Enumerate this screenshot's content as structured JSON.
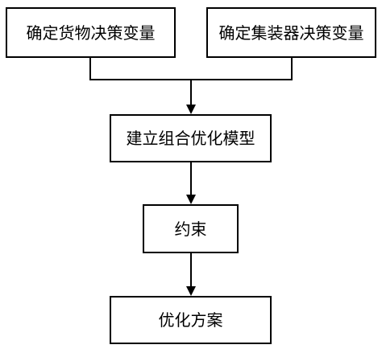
{
  "diagram": {
    "nodes": {
      "goods_variable": "确定货物决策变量",
      "container_variable": "确定集装器决策变量",
      "model": "建立组合优化模型",
      "constraint": "约束",
      "plan": "优化方案"
    },
    "edges": [
      {
        "from": "goods_variable",
        "to": "model"
      },
      {
        "from": "container_variable",
        "to": "model"
      },
      {
        "from": "model",
        "to": "constraint"
      },
      {
        "from": "constraint",
        "to": "plan"
      }
    ],
    "colors": {
      "stroke": "#000000",
      "background": "#ffffff",
      "text": "#000000"
    }
  }
}
